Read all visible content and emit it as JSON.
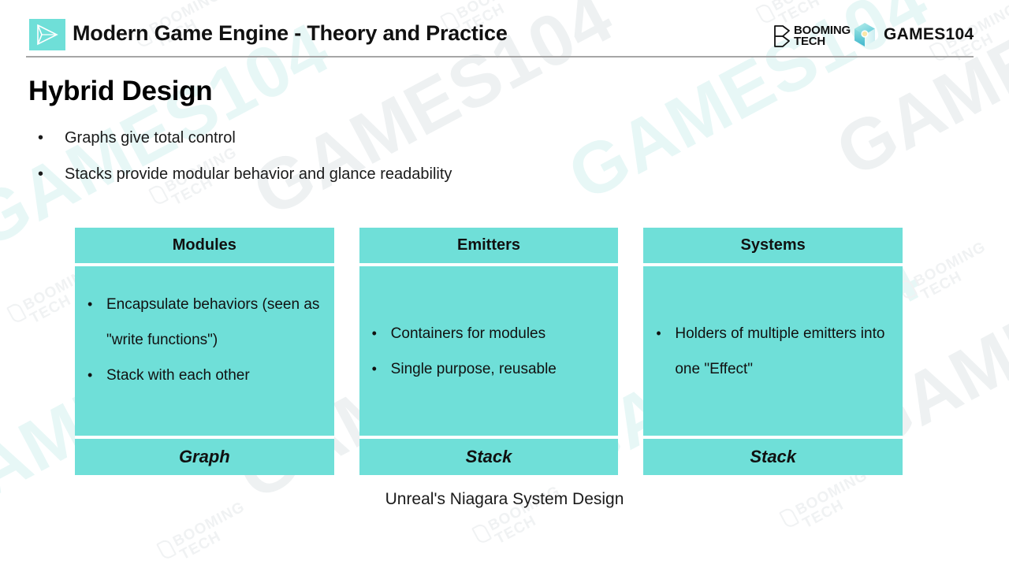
{
  "header": {
    "title": "Modern Game Engine - Theory and Practice",
    "logo_icon": "play-triangle-icon",
    "booming_logo": {
      "line1": "BOOMING",
      "line2": "TECH",
      "mark_icon": "booming-b-mark-icon"
    },
    "games104_logo": {
      "text": "GAMES104",
      "cube_icon": "cube-icon"
    },
    "accent_color": "#6fdfd8",
    "rule_color": "#a6a6a6"
  },
  "slide": {
    "title": "Hybrid Design",
    "bullet_glyph": "•",
    "bullets": [
      "Graphs give total control",
      "Stacks provide modular behavior and glance readability"
    ],
    "caption": "Unreal's Niagara System Design"
  },
  "table": {
    "cell_color": "#6fdfd8",
    "columns": [
      {
        "header": "Modules",
        "items": [
          "Encapsulate behaviors (seen as \"write functions\")",
          "Stack with each other"
        ],
        "footer": "Graph"
      },
      {
        "header": "Emitters",
        "items": [
          "Containers for modules",
          "Single purpose, reusable"
        ],
        "footer": "Stack"
      },
      {
        "header": "Systems",
        "items": [
          "Holders of multiple emitters into one \"Effect\""
        ],
        "footer": "Stack"
      }
    ]
  },
  "watermarks": {
    "games104": "GAMES104",
    "booming_line1": "BOOMING",
    "booming_line2": "TECH"
  }
}
